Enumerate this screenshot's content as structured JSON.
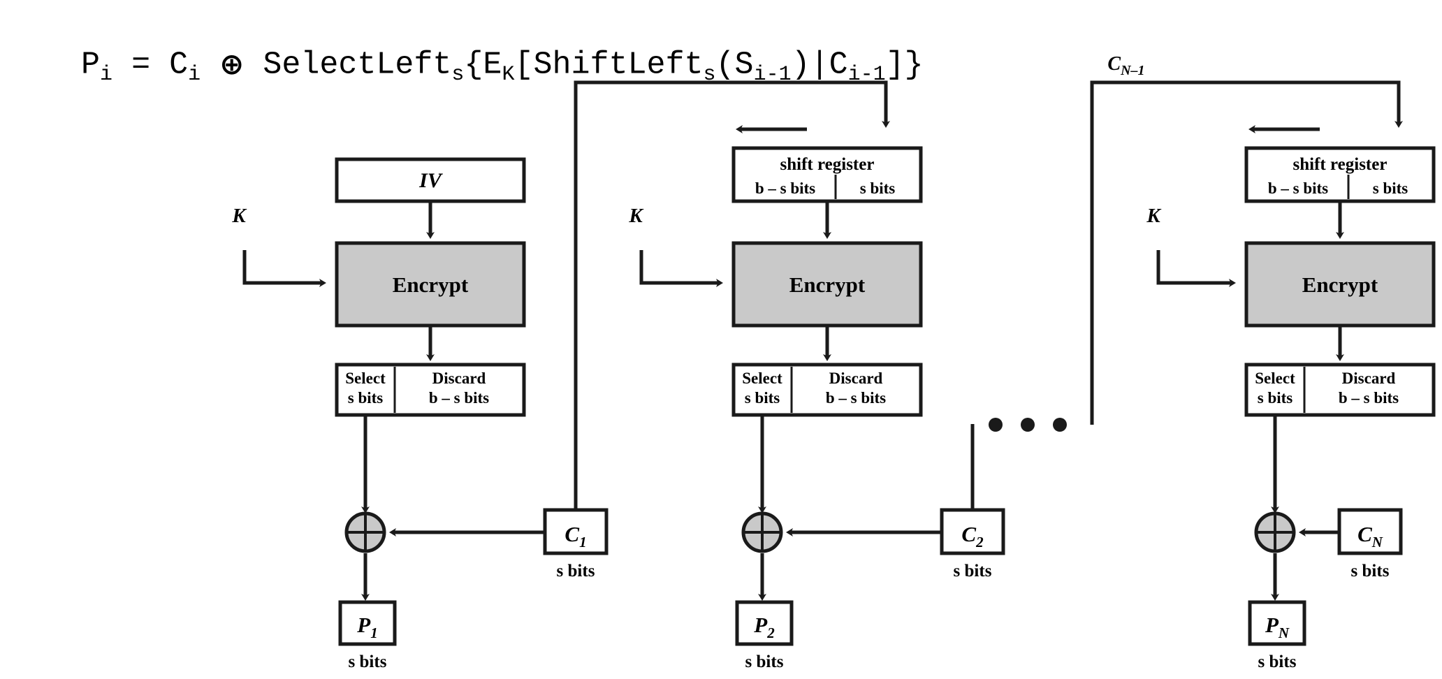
{
  "formula": {
    "lhs": "P",
    "lhs_sub": "i",
    "eq": " = ",
    "c": "C",
    "c_sub": "i",
    "xor": "⊕",
    "selectleft": "SelectLeft",
    "selectleft_sub": "s",
    "open_brace": "{",
    "e": "E",
    "e_sub": "K",
    "open_bracket": "[",
    "shiftleft": "ShiftLeft",
    "shiftleft_sub": "s",
    "open_paren": "(",
    "s": "S",
    "s_sub": "i-1",
    "close_paren": ")",
    "pipe": "|",
    "c2": "C",
    "c2_sub": "i-1",
    "close_bracket": "]",
    "close_brace": "}",
    "full_text": "P_i = C_i ⊕ SelectLeft_s{E_K[ShiftLeft_s(S_i-1)|C_i-1]}"
  },
  "colors": {
    "line": "#1a1a1a",
    "encrypt_fill": "#c9c9c9",
    "xor_fill": "#c9c9c9",
    "box_fill": "#ffffff",
    "text": "#000000",
    "background": "#ffffff"
  },
  "labels": {
    "iv": "IV",
    "key": "K",
    "encrypt": "Encrypt",
    "select": "Select",
    "select_bits": "s bits",
    "discard": "Discard",
    "discard_bits": "b – s bits",
    "shift_register": "shift register",
    "shift_left_bits": "b – s bits",
    "shift_right_bits": "s bits",
    "s_bits": "s bits",
    "ellipsis": "• • •"
  },
  "stages": [
    {
      "id": "stage-1",
      "input_block": "iv",
      "input_label": "IV",
      "key_label": "K",
      "encrypt_label": "Encrypt",
      "select_label": "Select",
      "select_sub": "s bits",
      "discard_label": "Discard",
      "discard_sub": "b – s bits",
      "cipher_label": "C",
      "cipher_sub": "1",
      "cipher_bits": "s bits",
      "plain_label": "P",
      "plain_sub": "1",
      "plain_bits": "s bits"
    },
    {
      "id": "stage-2",
      "input_block": "shift-register",
      "input_label": "shift register",
      "input_left_bits": "b – s bits",
      "input_right_bits": "s bits",
      "key_label": "K",
      "encrypt_label": "Encrypt",
      "select_label": "Select",
      "select_sub": "s bits",
      "discard_label": "Discard",
      "discard_sub": "b – s bits",
      "cipher_label": "C",
      "cipher_sub": "2",
      "cipher_bits": "s bits",
      "plain_label": "P",
      "plain_sub": "2",
      "plain_bits": "s bits"
    },
    {
      "id": "stage-n",
      "input_block": "shift-register",
      "input_label": "shift register",
      "input_left_bits": "b – s bits",
      "input_right_bits": "s bits",
      "key_label": "K",
      "encrypt_label": "Encrypt",
      "select_label": "Select",
      "select_sub": "s bits",
      "discard_label": "Discard",
      "discard_sub": "b – s bits",
      "cipher_label": "C",
      "cipher_sub": "N",
      "cipher_bits": "s bits",
      "plain_label": "P",
      "plain_sub": "N",
      "plain_bits": "s bits"
    }
  ],
  "feedback": {
    "label": "C",
    "label_sub": "N–1"
  }
}
